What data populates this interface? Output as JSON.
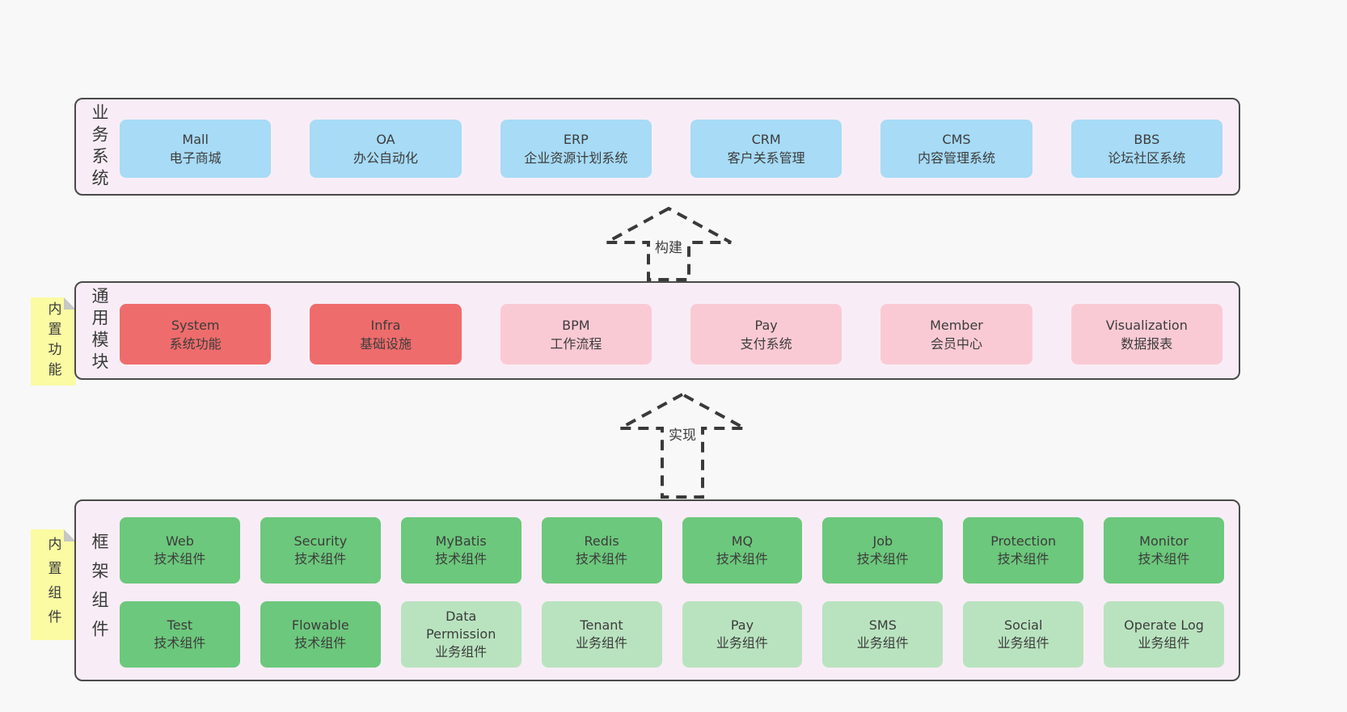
{
  "colors": {
    "page_bg": "#f8f8f8",
    "layer_bg": "#f8edf6",
    "layer_border": "#4a4a4a",
    "box_blue": "#a7dbf6",
    "box_red": "#ef6c6c",
    "box_pink": "#facad4",
    "box_green": "#6cc87c",
    "box_green_light": "#b9e3bf",
    "note_yellow": "#fbfba3",
    "text": "#3b3b3b"
  },
  "arrows": {
    "build": "构建",
    "implement": "实现"
  },
  "notes": {
    "modules": "内置功能",
    "framework": "内置组件"
  },
  "layers": {
    "business": {
      "label": "业务系统",
      "boxes": [
        {
          "name": "Mall",
          "desc": "电子商城"
        },
        {
          "name": "OA",
          "desc": "办公自动化"
        },
        {
          "name": "ERP",
          "desc": "企业资源计划系统"
        },
        {
          "name": "CRM",
          "desc": "客户关系管理"
        },
        {
          "name": "CMS",
          "desc": "内容管理系统"
        },
        {
          "name": "BBS",
          "desc": "论坛社区系统"
        }
      ]
    },
    "modules": {
      "label": "通用模块",
      "boxes": [
        {
          "name": "System",
          "desc": "系统功能"
        },
        {
          "name": "Infra",
          "desc": "基础设施"
        },
        {
          "name": "BPM",
          "desc": "工作流程"
        },
        {
          "name": "Pay",
          "desc": "支付系统"
        },
        {
          "name": "Member",
          "desc": "会员中心"
        },
        {
          "name": "Visualization",
          "desc": "数据报表"
        }
      ]
    },
    "framework": {
      "label": "框架组件",
      "row1": [
        {
          "name": "Web",
          "desc": "技术组件"
        },
        {
          "name": "Security",
          "desc": "技术组件"
        },
        {
          "name": "MyBatis",
          "desc": "技术组件"
        },
        {
          "name": "Redis",
          "desc": "技术组件"
        },
        {
          "name": "MQ",
          "desc": "技术组件"
        },
        {
          "name": "Job",
          "desc": "技术组件"
        },
        {
          "name": "Protection",
          "desc": "技术组件"
        },
        {
          "name": "Monitor",
          "desc": "技术组件"
        }
      ],
      "row2": [
        {
          "name": "Test",
          "desc": "技术组件"
        },
        {
          "name": "Flowable",
          "desc": "技术组件"
        },
        {
          "name": "Data Permission",
          "desc": "业务组件"
        },
        {
          "name": "Tenant",
          "desc": "业务组件"
        },
        {
          "name": "Pay",
          "desc": "业务组件"
        },
        {
          "name": "SMS",
          "desc": "业务组件"
        },
        {
          "name": "Social",
          "desc": "业务组件"
        },
        {
          "name": "Operate Log",
          "desc": "业务组件"
        }
      ]
    }
  }
}
